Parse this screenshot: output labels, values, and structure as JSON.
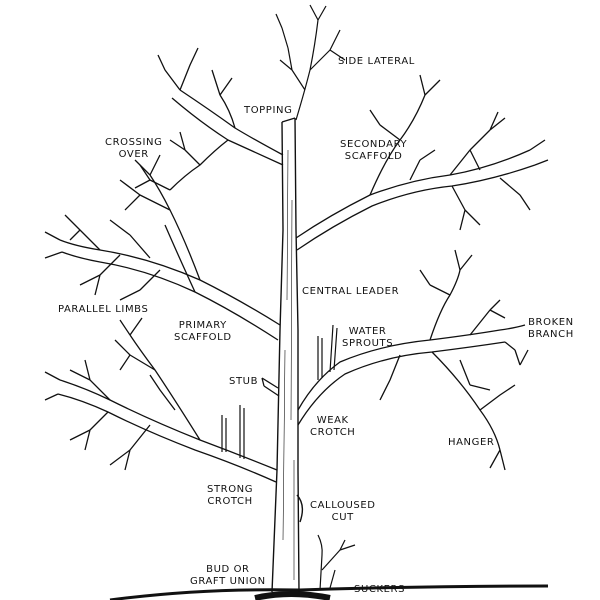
{
  "labels": {
    "side_lateral": "SIDE LATERAL",
    "topping": "TOPPING",
    "crossing_over": [
      "CROSSING",
      "OVER"
    ],
    "secondary_scaffold": [
      "SECONDARY",
      "SCAFFOLD"
    ],
    "central_leader": "CENTRAL LEADER",
    "parallel_limbs": "PARALLEL LIMBS",
    "primary_scaffold": [
      "PRIMARY",
      "SCAFFOLD"
    ],
    "water_sprouts": [
      "WATER",
      "SPROUTS"
    ],
    "broken_branch": [
      "BROKEN",
      "BRANCH"
    ],
    "stub": "STUB",
    "weak_crotch": [
      "WEAK",
      "CROTCH"
    ],
    "hanger": "HANGER",
    "strong_crotch": [
      "STRONG",
      "CROTCH"
    ],
    "calloused_cut": [
      "CALLOUSED",
      "CUT"
    ],
    "bud_graft": [
      "BUD OR",
      "GRAFT UNION"
    ],
    "suckers": "SUCKERS"
  },
  "colors": {
    "ink": "#111111",
    "background": "#ffffff"
  }
}
